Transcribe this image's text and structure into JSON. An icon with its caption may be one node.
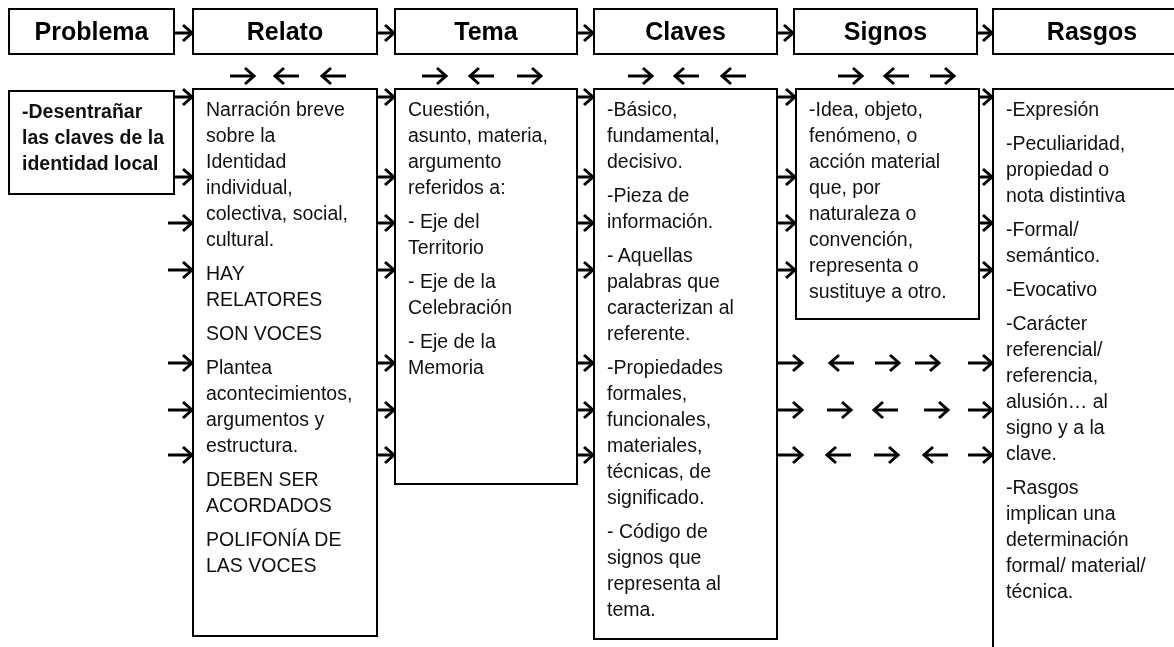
{
  "diagram": {
    "nodes": [
      {
        "text": [
          "Problema"
        ]
      },
      {
        "text": [
          "Relato"
        ]
      },
      {
        "text": [
          "Tema"
        ]
      },
      {
        "text": [
          "Claves"
        ]
      },
      {
        "text": [
          "Signos"
        ]
      },
      {
        "text": [
          "Rasgos"
        ]
      },
      {
        "text": [
          "-Desentrañar las claves de la identidad local"
        ]
      },
      {
        "text": [
          "Narración breve sobre la Identidad individual, colectiva, social, cultural.",
          "HAY RELATORES",
          "SON VOCES",
          "Plantea acontecimientos, argumentos y estructura.",
          "DEBEN SER ACORDADOS",
          "POLIFONÍA DE LAS VOCES"
        ]
      },
      {
        "text": [
          "Cuestión, asunto, materia, argumento referidos a:",
          "- Eje del Territorio",
          "- Eje de la Celebración",
          "- Eje de la Memoria"
        ]
      },
      {
        "text": [
          "-Básico, fundamental, decisivo.",
          "-Pieza de información.",
          "- Aquellas palabras que caracterizan al referente.",
          "-Propiedades formales, funcionales, materiales, técnicas, de significado.",
          "- Código de signos que representa al tema."
        ]
      },
      {
        "text": [
          "-Idea, objeto, fenómeno, o acción material que, por naturaleza o convención, representa o sustituye a otro."
        ]
      },
      {
        "text": [
          "-Expresión",
          "-Peculiaridad, propiedad o nota distintiva",
          "-Formal/ semántico.",
          "-Evocativo",
          "-Carácter referencial/ referencia, alusión… al signo y a la clave.",
          "-Rasgos implican una determinación formal/ material/ técnica."
        ]
      }
    ],
    "edges": [
      {
        "from": 0,
        "to": 1,
        "arrow": "to"
      },
      {
        "from": 1,
        "to": 2,
        "arrow": "to"
      },
      {
        "from": 2,
        "to": 3,
        "arrow": "to"
      },
      {
        "from": 3,
        "to": 4,
        "arrow": "to"
      },
      {
        "from": 4,
        "to": 5,
        "arrow": "to"
      },
      {
        "from": 6,
        "to": 7,
        "arrow": "to"
      },
      {
        "from": 7,
        "to": 8,
        "arrow": "to"
      },
      {
        "from": 8,
        "to": 9,
        "arrow": "to"
      },
      {
        "from": 9,
        "to": 10,
        "arrow": "to"
      },
      {
        "from": 10,
        "to": 11,
        "arrow": "to"
      },
      {
        "from": 6,
        "to": 7,
        "arrow": "to"
      },
      {
        "from": null,
        "to": 7,
        "arrow": "to"
      },
      {
        "from": null,
        "to": 7,
        "arrow": "to"
      },
      {
        "from": null,
        "to": 7,
        "arrow": "to"
      },
      {
        "from": null,
        "to": 7,
        "arrow": "to"
      },
      {
        "from": null,
        "to": 7,
        "arrow": "to"
      },
      {
        "from": 7,
        "to": 8,
        "arrow": "to"
      },
      {
        "from": 7,
        "to": 8,
        "arrow": "to"
      },
      {
        "from": 7,
        "to": 8,
        "arrow": "to"
      },
      {
        "from": 7,
        "to": 8,
        "arrow": "to"
      },
      {
        "from": 7,
        "to": 8,
        "arrow": "to"
      },
      {
        "from": 7,
        "to": 8,
        "arrow": "to"
      },
      {
        "from": 8,
        "to": 9,
        "arrow": "to"
      },
      {
        "from": 8,
        "to": 9,
        "arrow": "to"
      },
      {
        "from": 8,
        "to": 9,
        "arrow": "to"
      },
      {
        "from": 8,
        "to": 9,
        "arrow": "to"
      },
      {
        "from": 8,
        "to": 9,
        "arrow": "to"
      },
      {
        "from": 8,
        "to": 9,
        "arrow": "to"
      },
      {
        "from": 9,
        "to": 10,
        "arrow": "to"
      },
      {
        "from": 9,
        "to": 10,
        "arrow": "to"
      },
      {
        "from": 9,
        "to": 10,
        "arrow": "to"
      },
      {
        "from": 10,
        "to": 11,
        "arrow": "to"
      },
      {
        "from": 10,
        "to": 11,
        "arrow": "to"
      },
      {
        "from": 10,
        "to": 11,
        "arrow": "to"
      },
      {
        "from": 9,
        "to": null,
        "arrow": "to"
      },
      {
        "from": 9,
        "to": null,
        "arrow": "to"
      },
      {
        "from": 9,
        "to": null,
        "arrow": "to"
      },
      {
        "from": null,
        "to": 11,
        "arrow": "to"
      },
      {
        "from": null,
        "to": 11,
        "arrow": "to"
      },
      {
        "from": null,
        "to": 11,
        "arrow": "to"
      }
    ]
  }
}
